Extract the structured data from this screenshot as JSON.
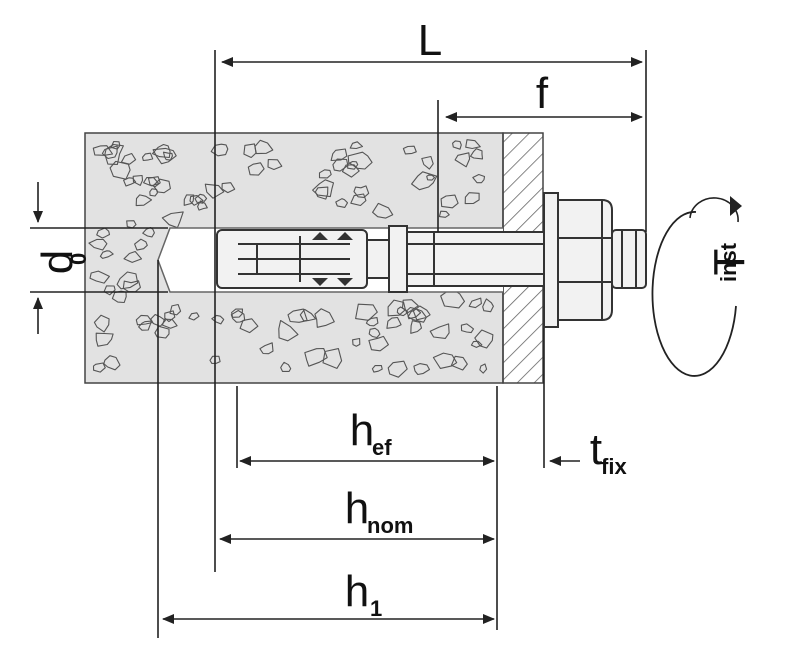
{
  "labels": {
    "L": {
      "main": "L"
    },
    "f": {
      "main": "f"
    },
    "d0": {
      "main": "d",
      "sub": "0"
    },
    "t_inst": {
      "main": "T",
      "sub": "inst"
    },
    "h_ef": {
      "main": "h",
      "sub": "ef"
    },
    "t_fix": {
      "main": "t",
      "sub": "fix"
    },
    "h_nom": {
      "main": "h",
      "sub": "nom"
    },
    "h_1": {
      "main": "h",
      "sub": "1"
    }
  },
  "colors": {
    "concrete_fill": "#e2e2e2",
    "anchor_fill": "#f2f2f2",
    "line": "#222222"
  }
}
